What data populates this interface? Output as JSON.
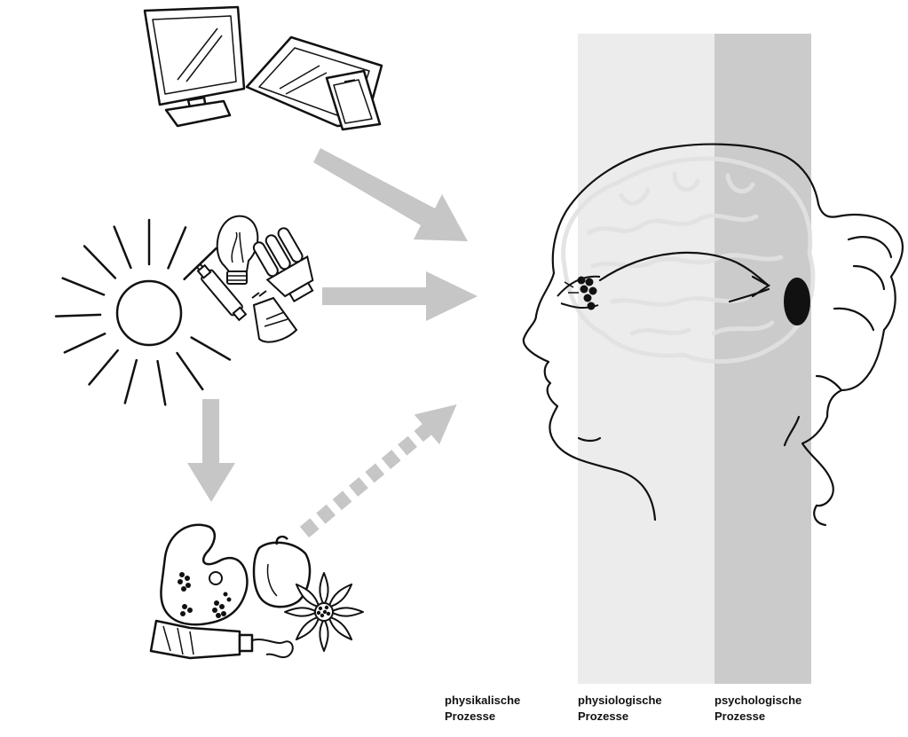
{
  "diagram": {
    "stages": [
      {
        "line1": "physikalische",
        "line2": "Prozesse"
      },
      {
        "line1": "physiologische",
        "line2": "Prozesse"
      },
      {
        "line1": "psychologische",
        "line2": "Prozesse"
      }
    ],
    "colors": {
      "physiological_band": "#ececec",
      "psychological_band": "#cbcbcb",
      "arrow": "#c6c6c6",
      "ink": "#111111"
    },
    "icons": [
      "monitor-icon",
      "tablet-icon",
      "smartphone-icon",
      "sun-icon",
      "light-bulb-icon",
      "compact-fluorescent-lamp-icon",
      "halogen-spot-icon",
      "fluorescent-tube-icon",
      "paint-palette-icon",
      "paint-tube-icon",
      "pepper-icon",
      "flower-icon",
      "head-profile-icon",
      "brain-icon",
      "eye-icon"
    ]
  }
}
